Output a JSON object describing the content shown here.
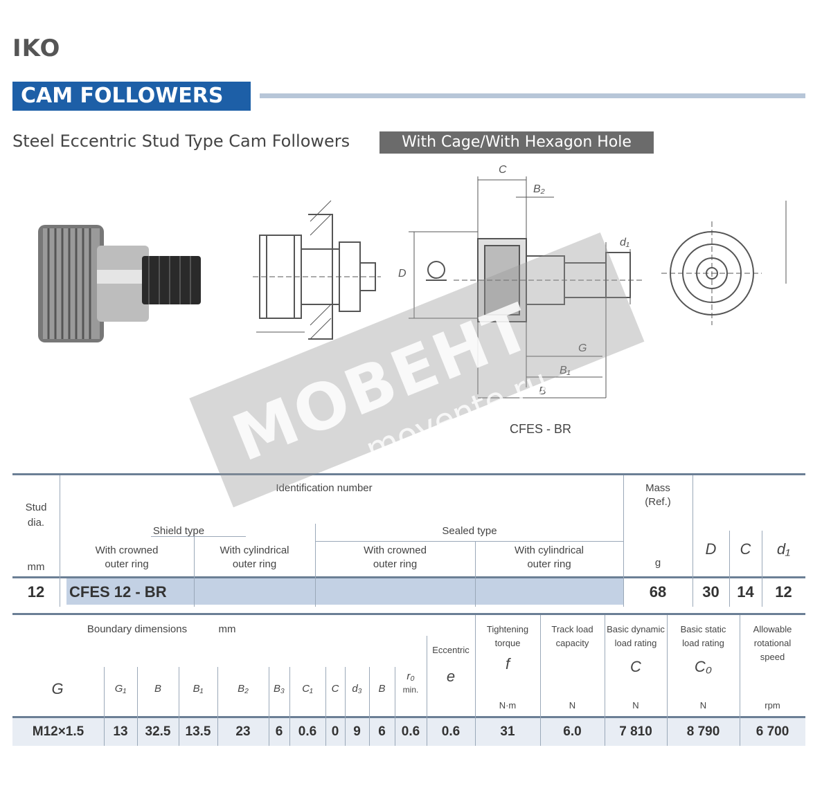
{
  "brand": "IKO",
  "section_title": "CAM FOLLOWERS",
  "subtitle": "Steel Eccentric Stud Type Cam Followers",
  "subtitle_badge": "With Cage/With Hexagon Hole",
  "drawing_label": "CFES - BR",
  "dimension_labels": {
    "top_C": "C",
    "b2": "B₂",
    "d1": "d₁",
    "D": "D",
    "G": "G",
    "B1": "B₁",
    "B": "B"
  },
  "watermark": {
    "brand": "МОВЕНТ",
    "url": "movente.ru"
  },
  "table1": {
    "col_stud_dia_1": "Stud",
    "col_stud_dia_2": "dia.",
    "col_stud_dia_unit": "mm",
    "col_identification": "Identification number",
    "col_shield_type": "Shield type",
    "col_sealed_type": "Sealed type",
    "col_ribbed_1": "With crowned",
    "col_ribbed_2": "outer ring",
    "col_cyl_1": "With cylindrical",
    "col_cyl_2": "outer ring",
    "col_sealed_crowned_1": "With crowned",
    "col_sealed_crowned_2": "outer ring",
    "col_sealed_cyl_1": "With cylindrical",
    "col_sealed_cyl_2": "outer ring",
    "col_mass_1": "Mass",
    "col_mass_2": "(Ref.)",
    "col_mass_unit": "g",
    "col_D": "D",
    "col_C": "C",
    "col_d1": "d₁",
    "row_stud": "12",
    "row_id": "CFES 12 - BR",
    "row_mass": "68",
    "row_D": "30",
    "row_C": "14",
    "row_d1": "12"
  },
  "table2": {
    "group_boundary": "Boundary dimensions",
    "group_unit": "mm",
    "col_G": "G",
    "col_G1": "G₁",
    "col_B": "B",
    "col_B1": "B₁",
    "col_B2": "B₂",
    "col_B3": "B₃",
    "col_C1": "C₁",
    "col_C2": "C",
    "col_d3": "d₃",
    "col_B4": "B",
    "col_r": "r₀",
    "col_r_min": "min.",
    "col_eccentric": "Eccentric",
    "col_e": "e",
    "col_torque_1": "Tightening",
    "col_torque_2": "torque",
    "col_torque_f": "f",
    "col_torque_unit": "N·m",
    "col_maxload_1": "Track load",
    "col_maxload_2": "capacity",
    "col_maxload_unit": "N",
    "col_dyn_1": "Basic dynamic",
    "col_dyn_2": "load rating",
    "col_dyn_C": "C",
    "col_dyn_unit": "N",
    "col_stat_1": "Basic static",
    "col_stat_2": "load rating",
    "col_stat_C0": "C₀",
    "col_stat_unit": "N",
    "col_speed_1": "Allowable",
    "col_speed_2": "rotational",
    "col_speed_3": "speed",
    "col_speed_unit": "rpm",
    "row": [
      "M12×1.5",
      "13",
      "32.5",
      "13.5",
      "23",
      "6",
      "0.6",
      "0",
      "9",
      "6",
      "0.6",
      "0.6",
      "31",
      "6.0",
      "7 810",
      "8 790",
      "6 700"
    ]
  }
}
